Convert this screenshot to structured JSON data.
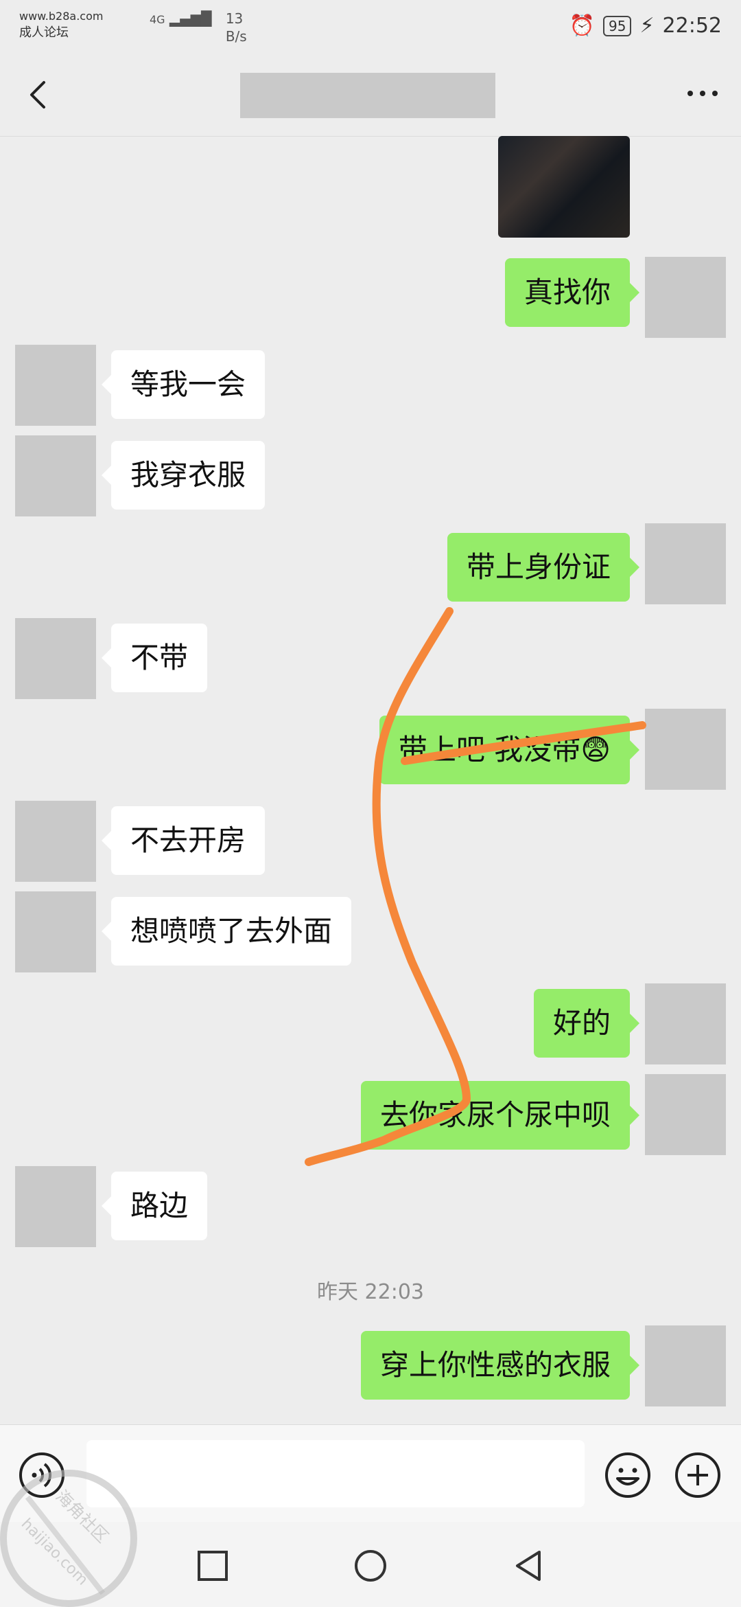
{
  "status_bar": {
    "site_text": "www.b28a.com",
    "forum_text": "成人论坛",
    "network": "4G",
    "speed_value": "13",
    "speed_unit": "B/s",
    "battery": "95",
    "time": "22:52"
  },
  "nav": {
    "title": ""
  },
  "messages": [
    {
      "side": "right",
      "type": "image"
    },
    {
      "side": "right",
      "text": "真找你"
    },
    {
      "side": "left",
      "text": "等我一会"
    },
    {
      "side": "left",
      "text": "我穿衣服"
    },
    {
      "side": "right",
      "text": "带上身份证"
    },
    {
      "side": "left",
      "text": "不带"
    },
    {
      "side": "right",
      "text": "带上吧  我没带😨"
    },
    {
      "side": "left",
      "text": "不去开房"
    },
    {
      "side": "left",
      "text": "想喷喷了去外面"
    },
    {
      "side": "right",
      "text": "好的"
    },
    {
      "side": "right",
      "text": "去你家尿个尿中呗"
    },
    {
      "side": "left",
      "text": "路边"
    },
    {
      "side": "right",
      "text": "穿上你性感的衣服"
    }
  ],
  "timestamp": "昨天 22:03",
  "input": {
    "value": "",
    "placeholder": ""
  },
  "watermark": {
    "text1": "海角社区",
    "text2": "haijiao.com"
  },
  "colors": {
    "sent_bubble": "#95ec69",
    "recv_bubble": "#ffffff",
    "background": "#ededed",
    "scribble": "#f5873a"
  }
}
